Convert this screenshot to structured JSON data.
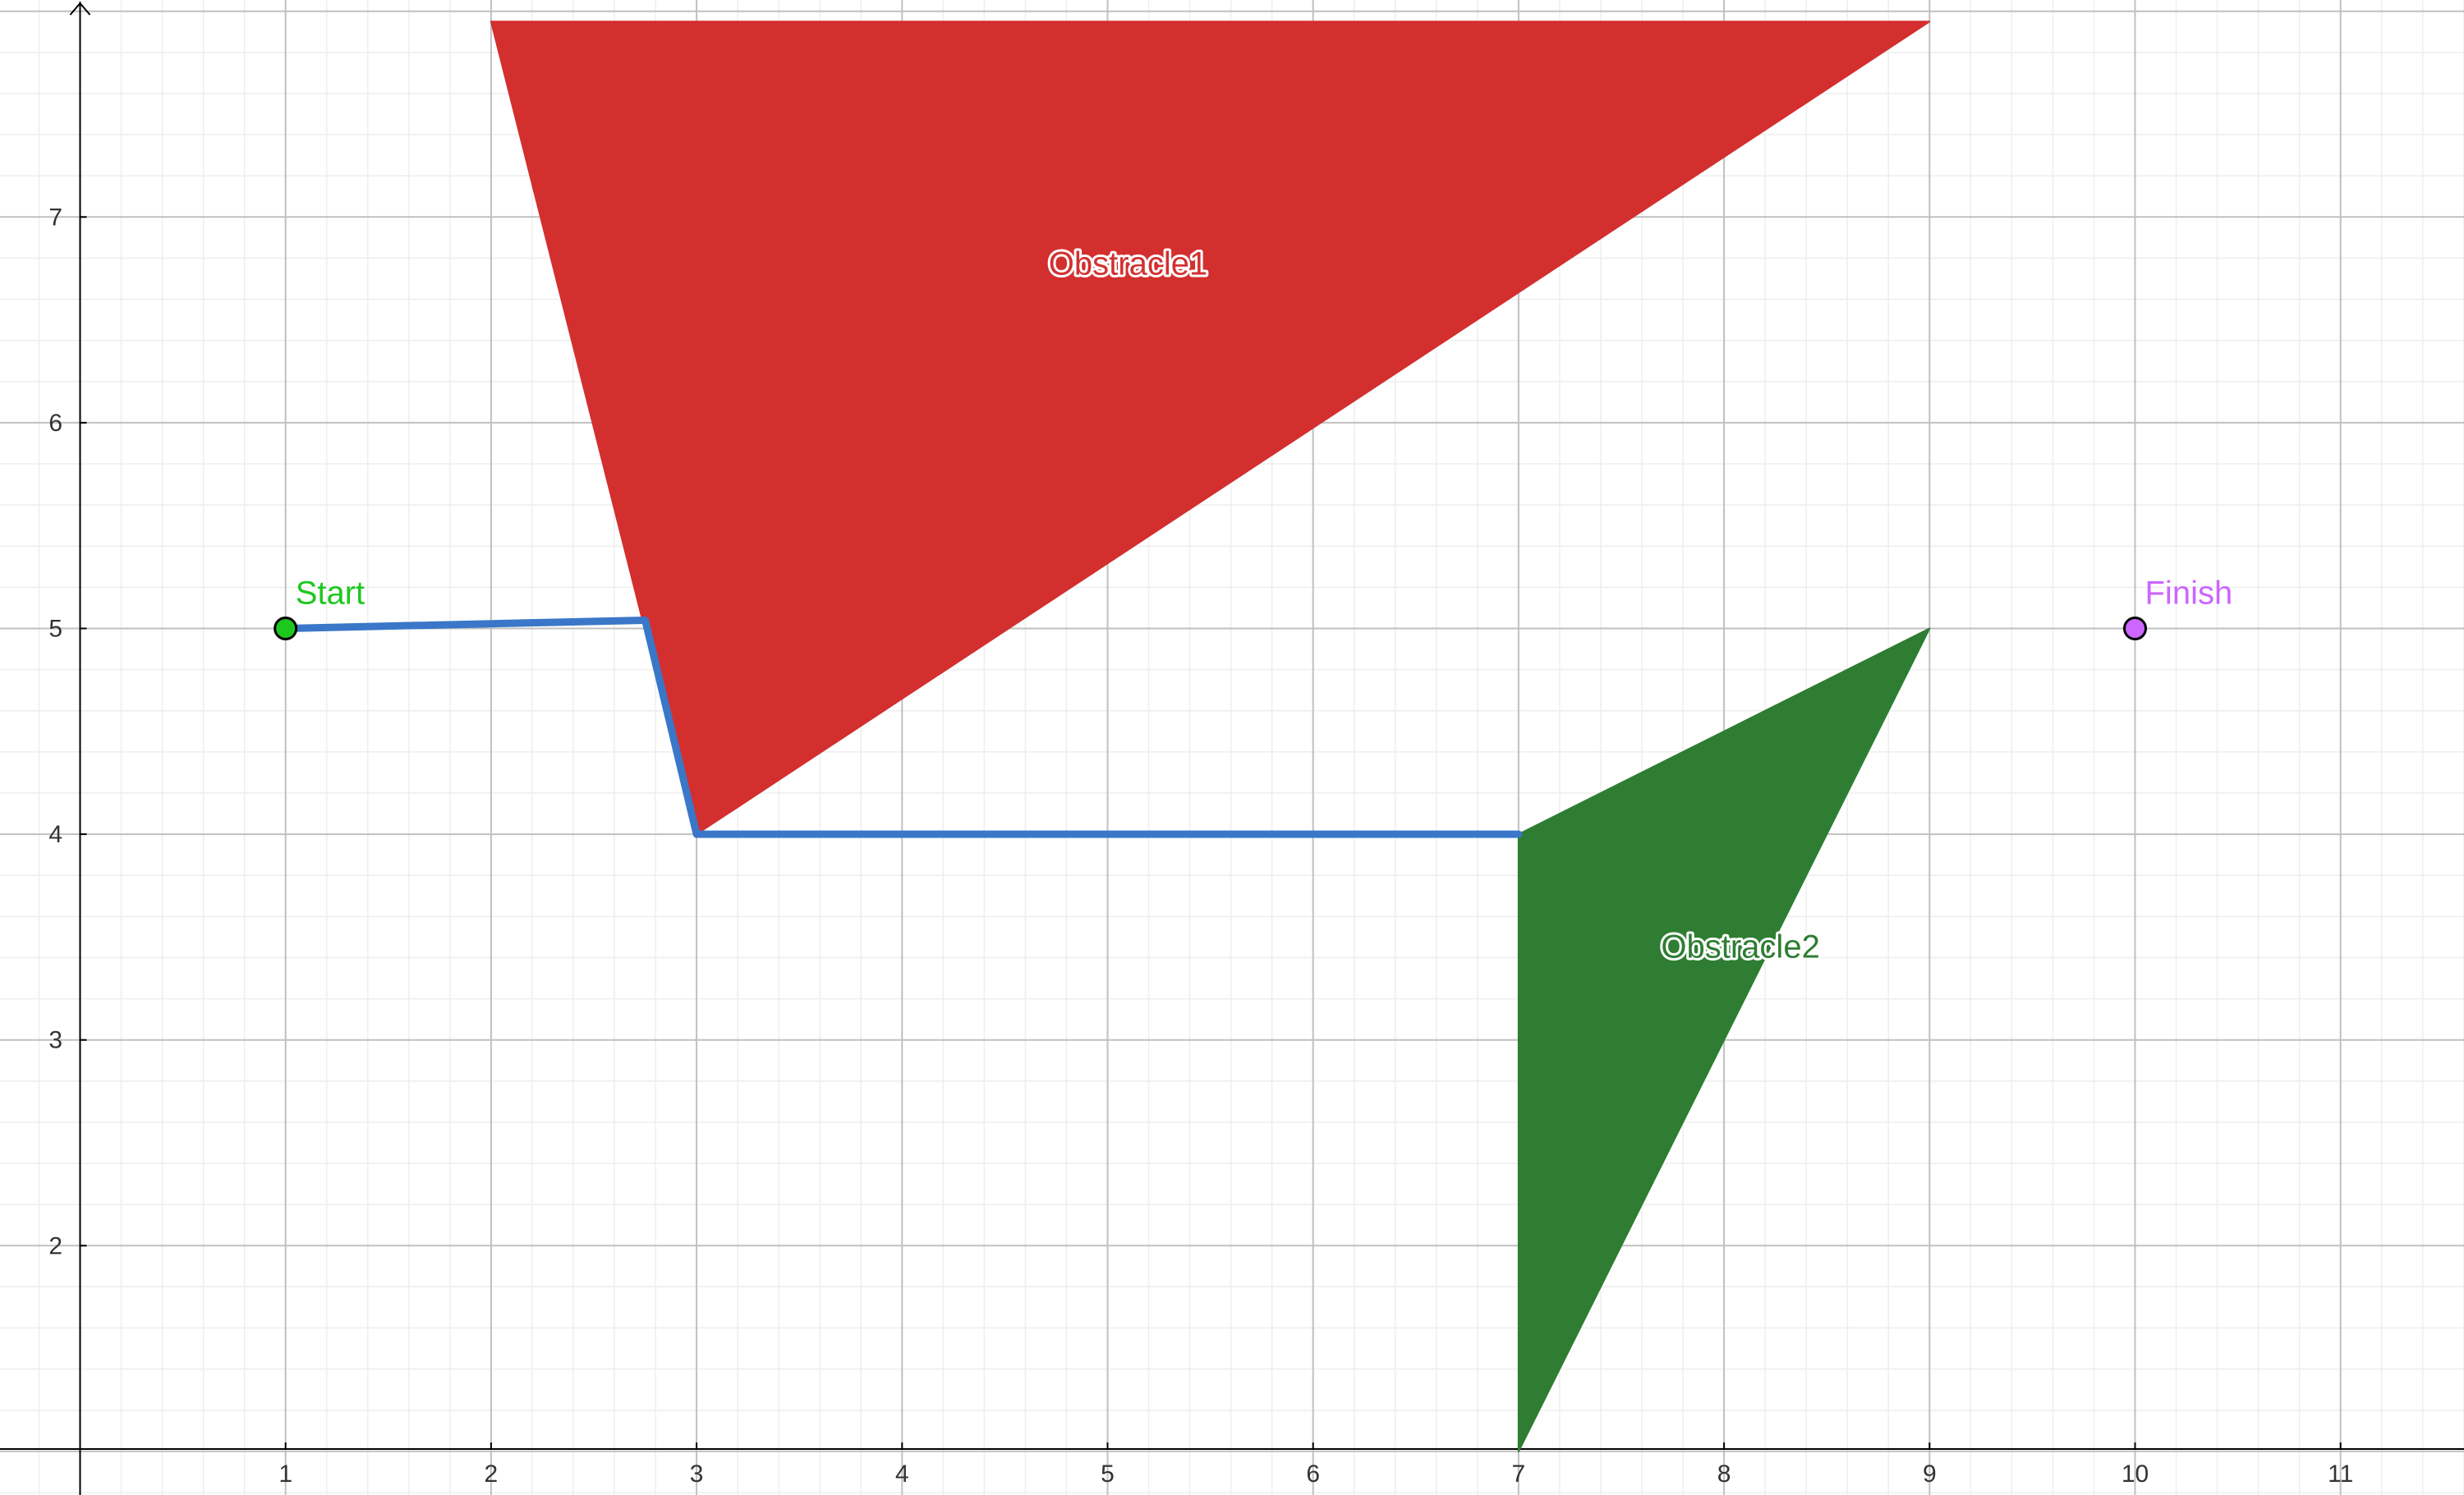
{
  "axes": {
    "x_min": 0,
    "x_max": 11.5,
    "y_min": 0.8,
    "y_max": 7.9,
    "x_ticks": [
      "1",
      "2",
      "3",
      "4",
      "5",
      "6",
      "7",
      "8",
      "9",
      "10",
      "11"
    ],
    "y_ticks": [
      "2",
      "3",
      "4",
      "5",
      "6",
      "7"
    ],
    "major_step": 1,
    "minor_step": 0.2,
    "grid": true
  },
  "polygons": [
    {
      "name": "Obstracle1",
      "label": "Obstracle1",
      "vertices": [
        [
          2,
          7.95
        ],
        [
          9,
          7.95
        ],
        [
          3,
          4
        ]
      ],
      "fill": "#d32f2f",
      "label_pos": [
        5.1,
        6.72
      ],
      "label_color": "#d32f2f"
    },
    {
      "name": "Obstracle2",
      "label": "Obstracle2",
      "vertices": [
        [
          7,
          4
        ],
        [
          9,
          5
        ],
        [
          7,
          1
        ]
      ],
      "fill": "#2e7d32",
      "label_pos": [
        8.08,
        3.4
      ],
      "label_color": "#2e7d32"
    }
  ],
  "points": [
    {
      "name": "start",
      "label": "Start",
      "x": 1,
      "y": 5,
      "fill": "#1ec71e",
      "label_color": "#1ec71e"
    },
    {
      "name": "finish",
      "label": "Finish",
      "x": 10,
      "y": 5,
      "fill": "#cc66ff",
      "label_color": "#cc66ff"
    }
  ],
  "path": {
    "color": "#3a77c8",
    "points": [
      [
        1,
        5
      ],
      [
        2.75,
        5.04
      ],
      [
        3,
        4
      ],
      [
        7,
        4
      ]
    ]
  }
}
